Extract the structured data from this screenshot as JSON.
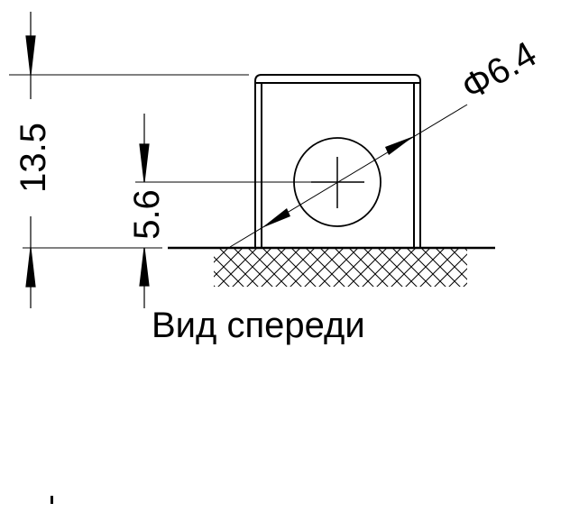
{
  "drawing": {
    "caption": "Вид спереди",
    "dimensions": {
      "total_height": "13.5",
      "center_height": "5.6",
      "diameter": "Φ6.4"
    },
    "stroke_color": "#000000",
    "background_color": "#ffffff"
  }
}
